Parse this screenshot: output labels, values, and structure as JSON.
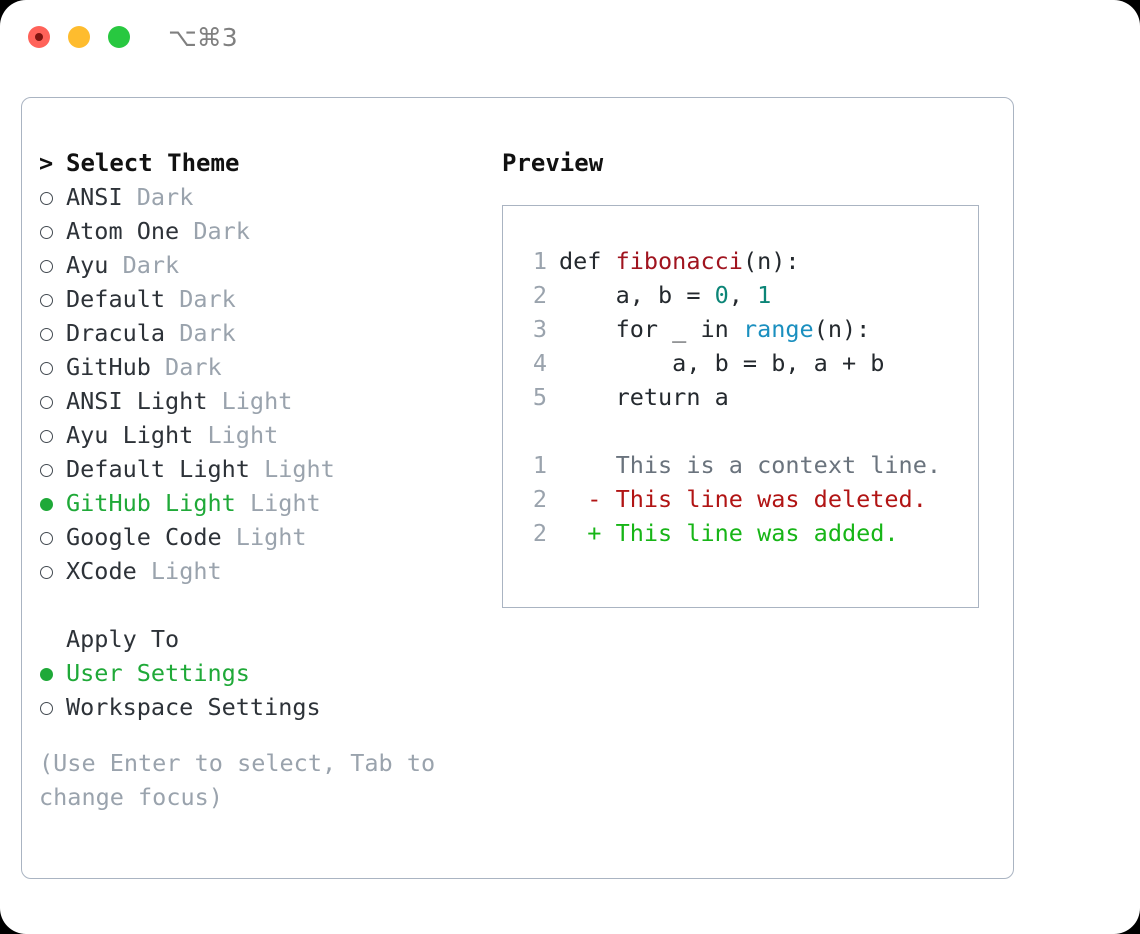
{
  "titlebar": {
    "shortcut": "⌥⌘3",
    "lights": [
      "close",
      "minimize",
      "zoom"
    ]
  },
  "theme_panel": {
    "title": "Select Theme",
    "caret": ">",
    "items": [
      {
        "name": "ANSI",
        "tag": "Dark",
        "selected": false
      },
      {
        "name": "Atom One",
        "tag": "Dark",
        "selected": false
      },
      {
        "name": "Ayu",
        "tag": "Dark",
        "selected": false
      },
      {
        "name": "Default",
        "tag": "Dark",
        "selected": false
      },
      {
        "name": "Dracula",
        "tag": "Dark",
        "selected": false
      },
      {
        "name": "GitHub",
        "tag": "Dark",
        "selected": false
      },
      {
        "name": "ANSI Light",
        "tag": "Light",
        "selected": false
      },
      {
        "name": "Ayu Light",
        "tag": "Light",
        "selected": false
      },
      {
        "name": "Default Light",
        "tag": "Light",
        "selected": false
      },
      {
        "name": "GitHub Light",
        "tag": "Light",
        "selected": true
      },
      {
        "name": "Google Code",
        "tag": "Light",
        "selected": false
      },
      {
        "name": "XCode",
        "tag": "Light",
        "selected": false
      }
    ]
  },
  "apply_to": {
    "heading": "Apply To",
    "options": [
      {
        "label": "User Settings",
        "selected": true
      },
      {
        "label": "Workspace Settings",
        "selected": false
      }
    ]
  },
  "hint": "(Use Enter to select, Tab to change focus)",
  "preview": {
    "label": "Preview",
    "code_lines": [
      {
        "no": "1",
        "tokens": [
          {
            "t": "def ",
            "c": "kw"
          },
          {
            "t": "fibonacci",
            "c": "fn"
          },
          {
            "t": "(n):",
            "c": "plain"
          }
        ]
      },
      {
        "no": "2",
        "tokens": [
          {
            "t": "    a, b = ",
            "c": "plain"
          },
          {
            "t": "0",
            "c": "num"
          },
          {
            "t": ", ",
            "c": "plain"
          },
          {
            "t": "1",
            "c": "num"
          }
        ]
      },
      {
        "no": "3",
        "tokens": [
          {
            "t": "    for _ in ",
            "c": "kw"
          },
          {
            "t": "range",
            "c": "call"
          },
          {
            "t": "(n):",
            "c": "plain"
          }
        ]
      },
      {
        "no": "4",
        "tokens": [
          {
            "t": "        a, b = b, a + b",
            "c": "plain"
          }
        ]
      },
      {
        "no": "5",
        "tokens": [
          {
            "t": "    return a",
            "c": "kw"
          }
        ]
      }
    ],
    "diff_lines": [
      {
        "no": "1",
        "marker": " ",
        "text": "This is a context line.",
        "kind": "ctx"
      },
      {
        "no": "2",
        "marker": "-",
        "text": "This line was deleted.",
        "kind": "del"
      },
      {
        "no": "2",
        "marker": "+",
        "text": "This line was added.",
        "kind": "add"
      }
    ]
  },
  "colors": {
    "accent_green": "#1fa938",
    "border": "#aab4c2",
    "muted": "#9aa3ad",
    "diff_add": "#17b517",
    "diff_del": "#b11414",
    "token_fn": "#a0141f",
    "token_num": "#0c8577",
    "token_call": "#1a8fbf"
  }
}
